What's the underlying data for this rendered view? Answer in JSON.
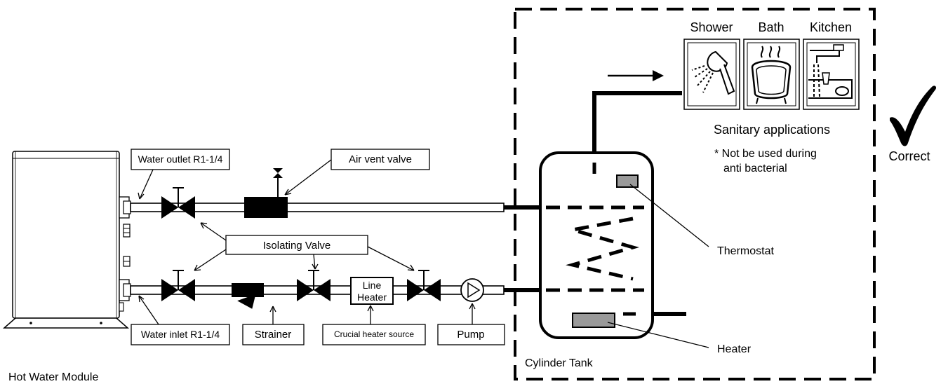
{
  "module": {
    "title": "Hot Water Module",
    "water_outlet": "Water outlet R1-1/4",
    "water_inlet": "Water inlet R1-1/4"
  },
  "components": {
    "air_vent_valve": "Air vent valve",
    "isolating_valve": "Isolating Valve",
    "strainer": "Strainer",
    "line_heater_line1": "Line",
    "line_heater_line2": "Heater",
    "crucial_heater_source": "Crucial heater source",
    "pump": "Pump"
  },
  "tank": {
    "label": "Cylinder Tank",
    "thermostat": "Thermostat",
    "heater": "Heater"
  },
  "sanitary": {
    "shower": "Shower",
    "bath": "Bath",
    "kitchen": "Kitchen",
    "title": "Sanitary applications",
    "note_line1": "* Not be used during",
    "note_line2": "anti bacterial"
  },
  "verdict": {
    "label": "Correct",
    "icon": "check-mark-icon"
  },
  "colors": {
    "line": "#000000",
    "sensor_fill": "#9a9a9a"
  }
}
